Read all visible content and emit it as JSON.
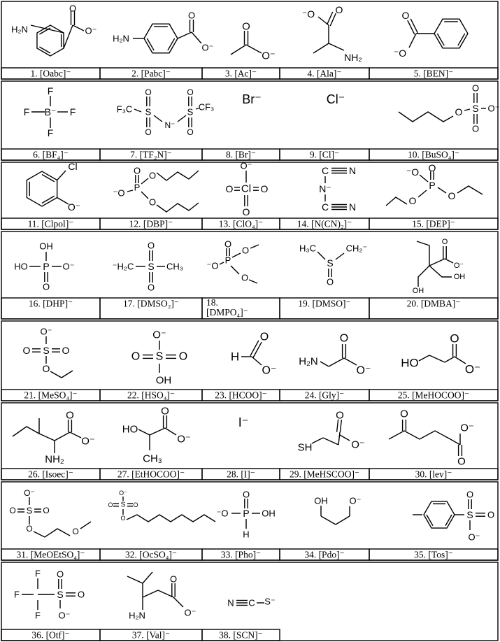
{
  "rows": [
    {
      "cells": [
        {
          "id": "oabc",
          "caption": "1. [Oabc]⁻",
          "labels": {
            "nh2": "H₂N",
            "o1": "O",
            "o2": "O⁻"
          }
        },
        {
          "id": "pabc",
          "caption": "2. [Pabc]⁻",
          "labels": {
            "nh2": "H₂N",
            "o1": "O",
            "o2": "O⁻"
          }
        },
        {
          "id": "ac",
          "caption": "3. [Ac]⁻",
          "labels": {
            "o1": "O",
            "o2": "O⁻"
          }
        },
        {
          "id": "ala",
          "caption": "4. [Ala]⁻",
          "labels": {
            "o2": "⁻O",
            "o1": "O",
            "nh2": "NH₂"
          }
        },
        {
          "id": "ben",
          "caption": "5. [BEN]⁻",
          "labels": {
            "o1": "O",
            "o2": "⁻O"
          }
        }
      ]
    },
    {
      "cells": [
        {
          "id": "bf4",
          "caption": "6. [BF₄]⁻",
          "labels": {
            "b": "B⁻",
            "f": "F"
          }
        },
        {
          "id": "tf2n",
          "caption": "7. [TF₂N]⁻",
          "labels": {
            "cf3": "F₃C",
            "cf3b": "CF₃",
            "s": "S",
            "n": "N⁻",
            "o": "O"
          }
        },
        {
          "id": "br",
          "caption": "8. [Br]⁻",
          "labels": {
            "ion": "Br⁻"
          }
        },
        {
          "id": "cl",
          "caption": "9. [Cl]⁻",
          "labels": {
            "ion": "Cl⁻"
          }
        },
        {
          "id": "buso4",
          "caption": "10. [BuSO₄]⁻",
          "labels": {
            "o": "O",
            "s": "S",
            "om": "O⁻"
          }
        }
      ]
    },
    {
      "cells": [
        {
          "id": "clpol",
          "caption": "11. [Clpol]⁻",
          "labels": {
            "cl": "Cl",
            "om": "O⁻"
          }
        },
        {
          "id": "dbp",
          "caption": "12. [DBP]⁻",
          "labels": {
            "o": "O",
            "p": "P",
            "om": "⁻O"
          }
        },
        {
          "id": "clo4",
          "caption": "13. [ClO₄]⁻",
          "labels": {
            "o": "O",
            "om": "O⁻",
            "cl": "Cl"
          }
        },
        {
          "id": "ncn2",
          "caption": "14. [N(CN)₂]⁻",
          "labels": {
            "c": "C",
            "n": "N",
            "nm": "N⁻"
          }
        },
        {
          "id": "dep",
          "caption": "15. [DEP]⁻",
          "labels": {
            "om": "⁻O",
            "p": "P",
            "o": "O"
          }
        }
      ]
    },
    {
      "cells": [
        {
          "id": "dhp",
          "caption": "16. [DHP]⁻",
          "labels": {
            "oh": "OH",
            "ho": "HO",
            "p": "P",
            "om": "O⁻",
            "o": "O"
          }
        },
        {
          "id": "dmso2",
          "caption": "17. [DMSO₂]⁻",
          "labels": {
            "h2c": "⁻H₂C",
            "s": "S",
            "ch3": "CH₃",
            "o": "O"
          }
        },
        {
          "id": "dmpo4",
          "caption": "18. [DMPO₄]⁻",
          "labels": {
            "o": "O",
            "om": "⁻O",
            "p": "P"
          }
        },
        {
          "id": "dmso",
          "caption": "19. [DMSO]⁻",
          "labels": {
            "h3c": "H₃C",
            "ch2": "CH₂⁻",
            "s": "S",
            "o": "O"
          }
        },
        {
          "id": "dmba",
          "caption": "20. [DMBA]⁻",
          "labels": {
            "o": "O",
            "om": "O⁻",
            "oh": "OH",
            "ho": "OH"
          }
        }
      ]
    },
    {
      "cells": [
        {
          "id": "meso4",
          "caption": "21. [MeSO₄]⁻",
          "labels": {
            "om": "O⁻",
            "o": "O",
            "s": "S"
          }
        },
        {
          "id": "hso4",
          "caption": "22. [HSO₄]⁻",
          "labels": {
            "om": "O⁻",
            "o": "O",
            "s": "S",
            "oh": "OH"
          }
        },
        {
          "id": "hcoo",
          "caption": "23. [HCOO]⁻",
          "labels": {
            "h": "H",
            "o": "O",
            "om": "O⁻"
          }
        },
        {
          "id": "gly",
          "caption": "24. [Gly]⁻",
          "labels": {
            "h2n": "H₂N",
            "o": "O",
            "om": "O⁻"
          }
        },
        {
          "id": "mehocoo",
          "caption": "25. [MeHOCOO]⁻",
          "labels": {
            "ho": "HO",
            "o": "O",
            "om": "O⁻"
          }
        }
      ]
    },
    {
      "cells": [
        {
          "id": "isoec",
          "caption": "26. [Isoec]⁻",
          "labels": {
            "o": "O",
            "om": "O⁻",
            "nh2": "NH₂"
          }
        },
        {
          "id": "ethocoo",
          "caption": "27. [EtHOCOO]⁻",
          "labels": {
            "ho": "HO",
            "o": "O",
            "om": "O⁻",
            "ch3": "CH₃"
          }
        },
        {
          "id": "i",
          "caption": "28. [I]⁻",
          "labels": {
            "ion": "I⁻"
          }
        },
        {
          "id": "mehscoo",
          "caption": "29. [MeHSCOO]⁻",
          "labels": {
            "sh": "SH",
            "o": "O",
            "om": "O⁻"
          }
        },
        {
          "id": "lev",
          "caption": "30. [lev]⁻",
          "labels": {
            "o": "O",
            "om": "O⁻"
          }
        }
      ]
    },
    {
      "cells": [
        {
          "id": "meoetso4",
          "caption": "31. [MeOEtSO₄]⁻",
          "labels": {
            "om": "O⁻",
            "o": "O",
            "s": "S"
          }
        },
        {
          "id": "ocso4",
          "caption": "32. [OcSO₄]⁻",
          "labels": {
            "om": "O⁻",
            "o": "O",
            "s": "S"
          }
        },
        {
          "id": "pho",
          "caption": "33. [Pho]⁻",
          "labels": {
            "o": "O",
            "om": "⁻O",
            "p": "P",
            "oh": "OH",
            "h": "H"
          }
        },
        {
          "id": "pdo",
          "caption": "34. [Pdo]⁻",
          "labels": {
            "oh": "OH",
            "om": "O⁻"
          }
        },
        {
          "id": "tos",
          "caption": "35. [Tos]⁻",
          "labels": {
            "s": "S",
            "o": "O",
            "om": "O⁻"
          }
        }
      ]
    },
    {
      "cells": [
        {
          "id": "otf",
          "caption": "36. [Otf]⁻",
          "labels": {
            "f": "F",
            "s": "S",
            "o": "O",
            "om": "O⁻"
          }
        },
        {
          "id": "val",
          "caption": "37. [Val]⁻",
          "labels": {
            "h2n": "H₂N",
            "o": "O",
            "om": "O⁻"
          }
        },
        {
          "id": "scn",
          "caption": "38. [SCN]⁻",
          "labels": {
            "n": "N",
            "c": "C",
            "sm": "S⁻"
          }
        },
        {
          "id": "empty1",
          "caption": "",
          "labels": {}
        },
        {
          "id": "empty2",
          "caption": "",
          "labels": {}
        }
      ]
    }
  ]
}
